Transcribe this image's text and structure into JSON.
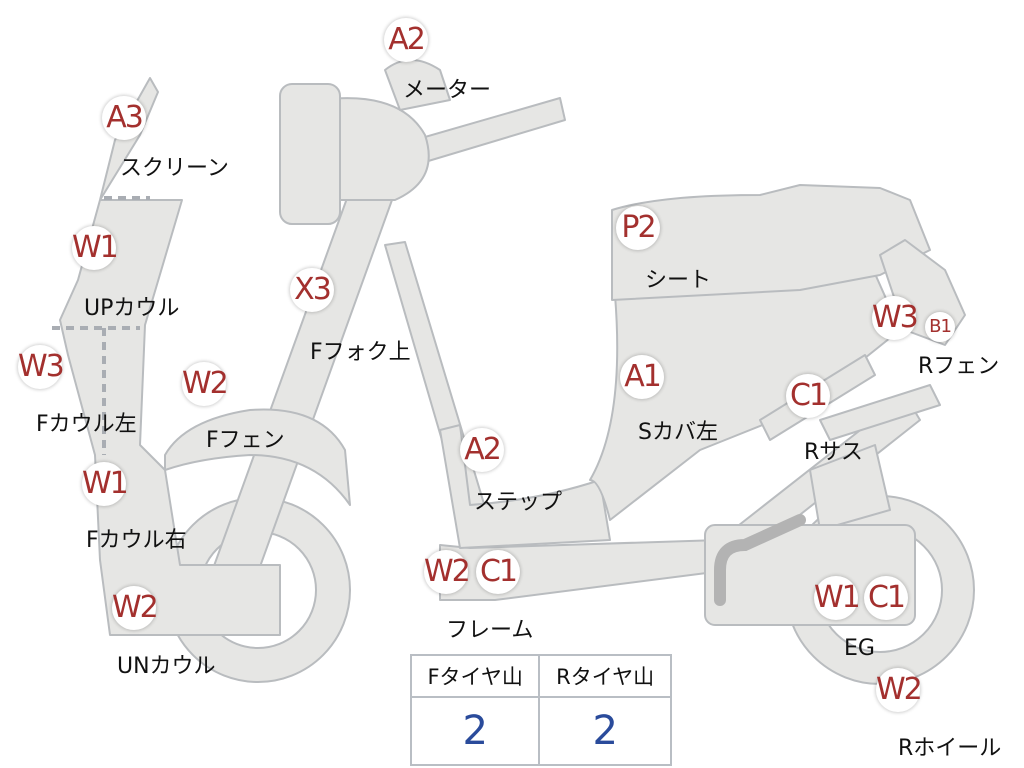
{
  "parts": [
    {
      "id": "meter",
      "code": "A2",
      "label": "メーター"
    },
    {
      "id": "screen",
      "code": "A3",
      "label": "スクリーン"
    },
    {
      "id": "up-cowl",
      "code": "W1",
      "label": "UPカウル"
    },
    {
      "id": "f-fork-upper",
      "code": "X3",
      "label": "Fフォク上"
    },
    {
      "id": "seat",
      "code": "P2",
      "label": "シート"
    },
    {
      "id": "r-fender",
      "code": "W3",
      "code2": "B1",
      "label": "Rフェン"
    },
    {
      "id": "f-cowl-left",
      "code": "W3",
      "label": "Fカウル左"
    },
    {
      "id": "f-fender",
      "code": "W2",
      "label": "Fフェン"
    },
    {
      "id": "s-cover-left",
      "code": "A1",
      "label": "Sカバ左"
    },
    {
      "id": "r-suspension",
      "code": "C1",
      "label": "Rサス"
    },
    {
      "id": "step",
      "code": "A2",
      "label": "ステップ"
    },
    {
      "id": "f-cowl-right",
      "code": "W1",
      "label": "Fカウル右"
    },
    {
      "id": "frame",
      "code": "W2",
      "code2": "C1",
      "label": "フレーム"
    },
    {
      "id": "un-cowl",
      "code": "W2",
      "label": "UNカウル"
    },
    {
      "id": "engine",
      "code": "W1",
      "code2": "C1",
      "label": "EG"
    },
    {
      "id": "r-wheel",
      "code": "W2",
      "label": "Rホイール"
    }
  ],
  "tread_table": {
    "headers": [
      "Fタイヤ山",
      "Rタイヤ山"
    ],
    "values": [
      "2",
      "2"
    ]
  },
  "colors": {
    "part_fill": "#e6e6e4",
    "part_stroke": "#b9bcbf",
    "code_text": "#a3302e",
    "tread_value": "#2a4b9b"
  }
}
